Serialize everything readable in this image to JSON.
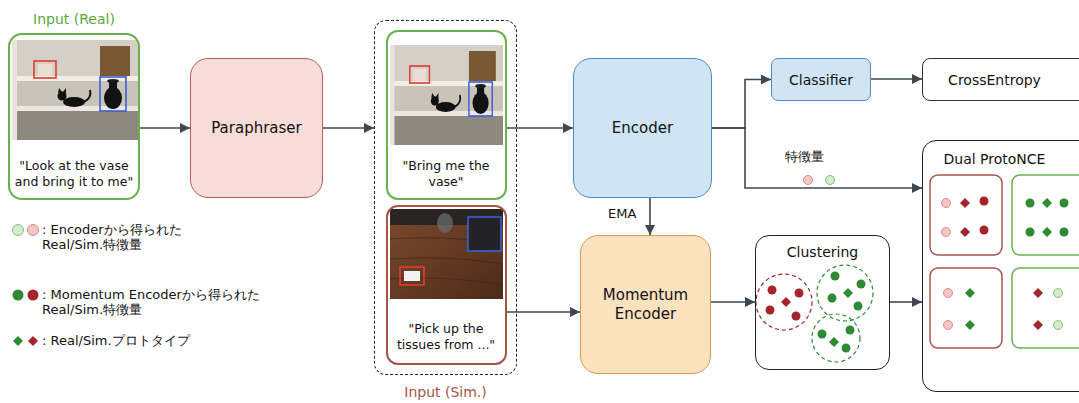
{
  "diagram": {
    "nodes": [
      {
        "text": [
          "Input (Real)",
          "\"Look at the vase and bring it to me\""
        ]
      },
      {
        "text": [
          "Paraphraser"
        ]
      },
      {
        "text": [
          "Input (Sim.)"
        ]
      },
      {
        "text": [
          "\"Bring me the vase\""
        ],
        "in": 2
      },
      {
        "text": [
          "\"Pick up the tissues from ...\""
        ],
        "in": 2
      },
      {
        "text": [
          "Encoder"
        ]
      },
      {
        "text": [
          "Classifier"
        ]
      },
      {
        "text": [
          "CrossEntropy"
        ]
      },
      {
        "text": [
          "Momentum Encoder"
        ]
      },
      {
        "text": [
          "Clustering"
        ]
      },
      {
        "text": [
          "Dual ProtoNCE"
        ]
      }
    ],
    "edges": [
      {
        "from": 0,
        "to": 1,
        "arrow": "to"
      },
      {
        "from": 1,
        "to": 2,
        "arrow": "to"
      },
      {
        "from": 3,
        "to": 5,
        "arrow": "to"
      },
      {
        "from": 4,
        "to": 8,
        "arrow": "to"
      },
      {
        "from": 5,
        "to": 6,
        "arrow": "to"
      },
      {
        "from": 5,
        "to": 10,
        "label": "特徴量",
        "arrow": "to"
      },
      {
        "from": 6,
        "to": 7,
        "arrow": "to"
      },
      {
        "from": 5,
        "to": 8,
        "label": "EMA",
        "arrow": "to"
      },
      {
        "from": 8,
        "to": 9,
        "arrow": "to"
      },
      {
        "from": 9,
        "to": 10,
        "arrow": "to"
      }
    ],
    "legend": [
      {
        "text": ": Encoderから得られた Real/Sim.特徴量"
      },
      {
        "text": ": Momentum Encoderから得られた Real/Sim.特徴量"
      },
      {
        "text": ": Real/Sim.プロトタイプ"
      }
    ]
  }
}
